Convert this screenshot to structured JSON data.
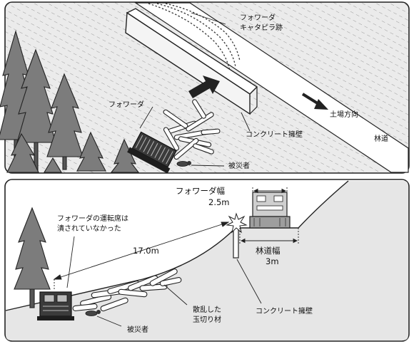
{
  "top_panel": {
    "forwarder_track_label_line1": "フォワーダ",
    "forwarder_track_label_line2": "キャタピラ跡",
    "forwarder_label": "フォワーダ",
    "retaining_wall_label": "コンクリート擁壁",
    "landing_direction_label": "土場方向",
    "forest_road_label": "林道",
    "victim_label": "被災者"
  },
  "bottom_panel": {
    "forwarder_width_label": "フォワーダ幅",
    "forwarder_width_value": "2.5m",
    "cab_note_line1": "フォワーダの運転席は",
    "cab_note_line2": "潰されていなかった",
    "distance_value": "17.0m",
    "road_width_label": "林道幅",
    "road_width_value": "3m",
    "scattered_logs_line1": "散乱した",
    "scattered_logs_line2": "玉切り材",
    "retaining_wall_label": "コンクリート擁壁",
    "victim_label": "被災者"
  }
}
